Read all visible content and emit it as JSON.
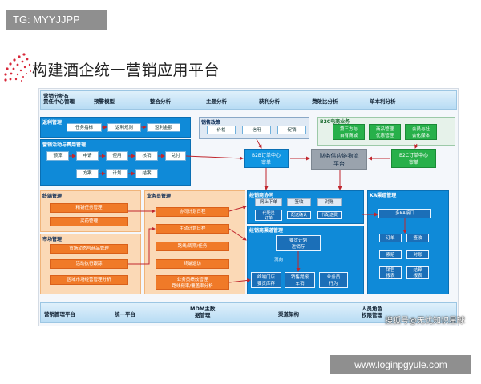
{
  "badge_tg": "TG: MYYJJPP",
  "title": "构建酒企统一营销应用平台",
  "colors": {
    "accent_blue": "#0f8ad8",
    "orange": "#f07a28",
    "peach": "#fbd9b6",
    "green": "#27b04a",
    "arrow_red": "#c0262d"
  },
  "top_bar": {
    "head": "营销分析&\n责任中心管理",
    "items": [
      "预警模型",
      "整合分析",
      "主题分析",
      "获利分析",
      "费效比分析",
      "单本利分析"
    ]
  },
  "rebate": {
    "title": "返利管理",
    "items": [
      "任务指标",
      "返利规则",
      "返利金额"
    ]
  },
  "campaign": {
    "title": "营销活动与费用管理",
    "row1": [
      "预算",
      "申请",
      "使用",
      "核销",
      "兑付"
    ],
    "row2": [
      "方案",
      "计划",
      "结案"
    ]
  },
  "policy": {
    "title": "销售政策",
    "items": [
      "价格",
      "信用",
      "促销"
    ]
  },
  "b2c": {
    "title": "B2C电商业务",
    "items": [
      "第三方与\n自有商城",
      "商品管理\n优惠管理",
      "会员与社\n会化媒体"
    ]
  },
  "b2b_center": "B2B订单中心\n审单",
  "supply": "财务供应链物流\n平台",
  "b2c_center": "B2C订单中心\n审单",
  "dealer": {
    "title": "经销商协同",
    "items": [
      "网上下单",
      "签收",
      "对账",
      "代配送\n订单",
      "配送确认",
      "代配送费"
    ]
  },
  "terminal": {
    "title": "终端管理",
    "items": [
      "精铺任务管理",
      "买药管理"
    ]
  },
  "market": {
    "title": "市场管理",
    "items": [
      "市场动态与商品管理",
      "活动执行跟踪",
      "区域市场经营管理分析"
    ]
  },
  "sales": {
    "title": "业务员管理",
    "items": [
      "协同计划日程",
      "主动计划日程",
      "路线/周期/任务",
      "终端巡访",
      "业务员绩效管理\n路线频率/覆盖率分析"
    ]
  },
  "channel": {
    "title": "经销商渠道管理",
    "plan": "要货计划\n进销存",
    "flow": "流向",
    "bottom": [
      "终端门店\n要货库存",
      "销售提报\n车销",
      "业务员\n行为"
    ]
  },
  "ka": {
    "title": "KA渠道管理",
    "interface": "多KA接口",
    "items": [
      "订单",
      "签收",
      "索赔",
      "对账",
      "销售\n报表",
      "结算\n报表"
    ]
  },
  "bottom_bar": [
    "营销管理平台",
    "统一平台",
    "MDM主数\n据管理",
    "渠道架构",
    "人员角色\n权限管理"
  ],
  "watermark": "搜狐号@无忧知识星球",
  "badge_url": "www.loginpgyule.com"
}
